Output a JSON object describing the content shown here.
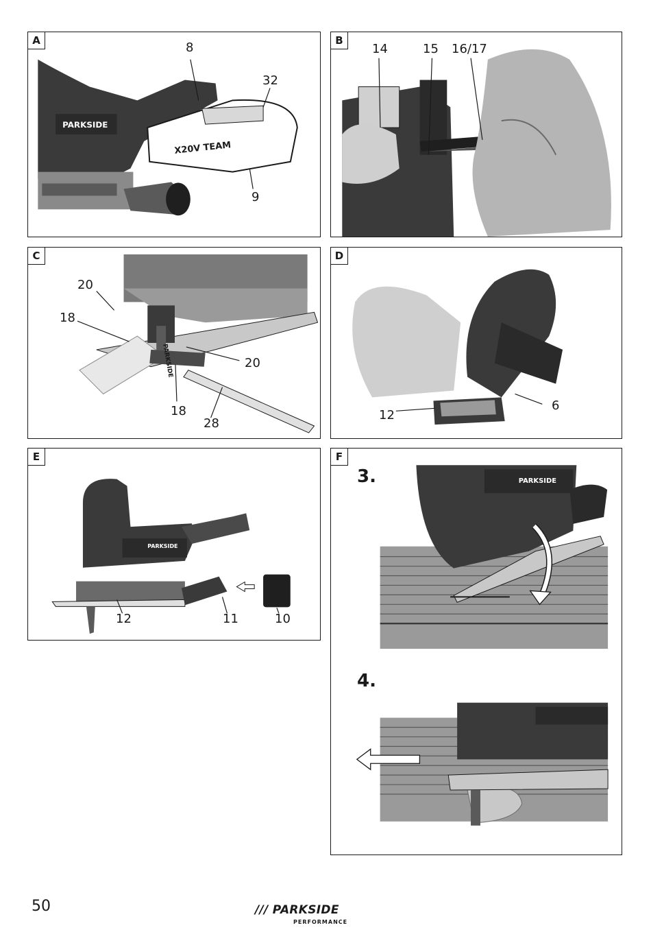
{
  "panels": {
    "A": {
      "label": "A",
      "callouts": [
        "8",
        "32",
        "9"
      ],
      "brand_text": "PARKSIDE",
      "battery_text": "X20V TEAM"
    },
    "B": {
      "label": "B",
      "callouts": [
        "14",
        "15",
        "16/17"
      ]
    },
    "C": {
      "label": "C",
      "callouts": [
        "20",
        "18",
        "20",
        "18",
        "28"
      ],
      "brand_text": "PARKSIDE"
    },
    "D": {
      "label": "D",
      "callouts": [
        "12",
        "6"
      ]
    },
    "E": {
      "label": "E",
      "callouts": [
        "12",
        "11",
        "10"
      ],
      "brand_text": "PARKSIDE"
    },
    "F": {
      "label": "F",
      "steps": [
        "3.",
        "4."
      ],
      "brand_text": "PARKSIDE"
    }
  },
  "footer": {
    "page_number": "50",
    "logo_main": "/// PARKSIDE",
    "logo_sub": "PERFORMANCE"
  },
  "colors": {
    "ink": "#1a1a1a",
    "tool_dark": "#3a3a3a",
    "tool_mid": "#8a8a8a",
    "board": "#9a9a9a",
    "board_line": "#5a5a5a"
  }
}
